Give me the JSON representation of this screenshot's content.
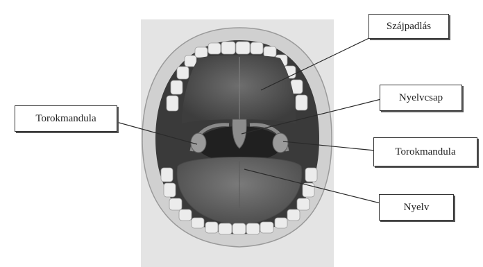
{
  "diagram": {
    "labels": {
      "szajpadlas": "Szájpadlás",
      "nyelvcsap": "Nyelvcsap",
      "torokmandula_left": "Torokmandula",
      "torokmandula_right": "Torokmandula",
      "nyelv": "Nyelv"
    },
    "colors": {
      "background": "#ffffff",
      "photo_background": "#e4e4e4",
      "lips": "#d2d2d2",
      "mouth_cavity": "#3a3a3a",
      "palate": "#5b5b5b",
      "tongue": "#6d6d6d",
      "teeth": "#ededed",
      "leader_line": "#2a2a2a"
    }
  }
}
